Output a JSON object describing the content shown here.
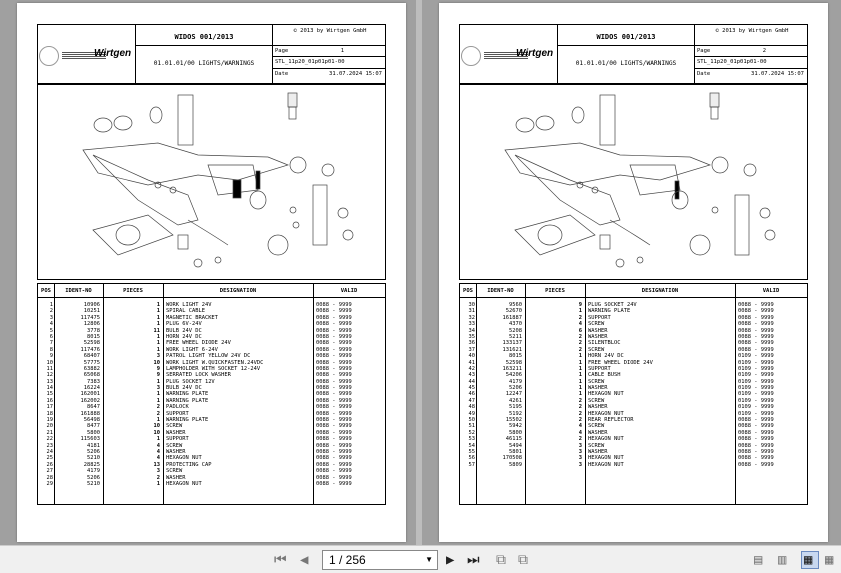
{
  "pages": [
    {
      "title": "WIDOS 001/2013",
      "copyright": "© 2013 by Wirtgen GmbH",
      "logo": "Wirtgen",
      "group": "01.01.01/00 LIGHTS/WARNINGS",
      "page_label": "Page",
      "page_value": "1",
      "code": "STL_11p20_01p01p01-00",
      "date_label": "Date",
      "date_value": "31.07.2024  15:07",
      "rows": [
        [
          "1",
          "10906",
          "1",
          "WORK LIGHT 24V",
          "0088 - 9999"
        ],
        [
          "2",
          "10251",
          "1",
          "SPIRAL CABLE",
          "0088 - 9999"
        ],
        [
          "3",
          "117475",
          "1",
          "MAGNETIC BRACKET",
          "0088 - 9999"
        ],
        [
          "4",
          "12806",
          "1",
          "PLUG 6V-24V",
          "0088 - 9999"
        ],
        [
          "5",
          "3778",
          "11",
          "BULB 24V DC",
          "0088 - 9999"
        ],
        [
          "6",
          "8015",
          "1",
          "HORN 24V DC",
          "0088 - 9999"
        ],
        [
          "7",
          "52598",
          "1",
          "FREE WHEEL DIODE 24V",
          "0088 - 9999"
        ],
        [
          "8",
          "117476",
          "1",
          "WORK LIGHT 6-24V",
          "0088 - 9999"
        ],
        [
          "9",
          "68407",
          "3",
          "PATROL LIGHT YELLOW 24V DC",
          "0088 - 9999"
        ],
        [
          "10",
          "57775",
          "10",
          "WORK LIGHT W.QUICKFASTEN.24VDC",
          "0088 - 9999"
        ],
        [
          "11",
          "63882",
          "9",
          "LAMPHOLDER WITH SOCKET 12-24V",
          "0088 - 9999"
        ],
        [
          "12",
          "65068",
          "9",
          "SERRATED LOCK WASHER",
          "0088 - 9999"
        ],
        [
          "13",
          "7383",
          "1",
          "PLUG SOCKET 12V",
          "0088 - 9999"
        ],
        [
          "14",
          "16224",
          "3",
          "BULB 24V DC",
          "0088 - 9999"
        ],
        [
          "15",
          "162001",
          "1",
          "WARNING PLATE",
          "0088 - 9999"
        ],
        [
          "16",
          "162002",
          "1",
          "WARNING PLATE",
          "0088 - 9999"
        ],
        [
          "17",
          "8647",
          "2",
          "PADLOCK",
          "0088 - 9999"
        ],
        [
          "18",
          "161888",
          "2",
          "SUPPORT",
          "0088 - 9999"
        ],
        [
          "19",
          "56498",
          "1",
          "WARNING PLATE",
          "0088 - 9999"
        ],
        [
          "20",
          "8477",
          "10",
          "SCREW",
          "0088 - 9999"
        ],
        [
          "21",
          "5800",
          "10",
          "WASHER",
          "0088 - 9999"
        ],
        [
          "22",
          "115603",
          "1",
          "SUPPORT",
          "0088 - 9999"
        ],
        [
          "23",
          "4181",
          "4",
          "SCREW",
          "0088 - 9999"
        ],
        [
          "24",
          "5206",
          "4",
          "WASHER",
          "0088 - 9999"
        ],
        [
          "25",
          "5210",
          "4",
          "HEXAGON NUT",
          "0088 - 9999"
        ],
        [
          "26",
          "28825",
          "13",
          "PROTECTING CAP",
          "0088 - 9999"
        ],
        [
          "27",
          "4179",
          "3",
          "SCREW",
          "0088 - 9999"
        ],
        [
          "28",
          "5206",
          "2",
          "WASHER",
          "0088 - 9999"
        ],
        [
          "29",
          "5210",
          "1",
          "HEXAGON NUT",
          "0088 - 9999"
        ]
      ]
    },
    {
      "title": "WIDOS 001/2013",
      "copyright": "© 2013 by Wirtgen GmbH",
      "logo": "Wirtgen",
      "group": "01.01.01/00 LIGHTS/WARNINGS",
      "page_label": "Page",
      "page_value": "2",
      "code": "STL_11p20_01p01p01-00",
      "date_label": "Date",
      "date_value": "31.07.2024  15:07",
      "rows": [
        [
          "30",
          "9560",
          "9",
          "PLUG SOCKET 24V",
          "0088 - 9999"
        ],
        [
          "31",
          "52670",
          "1",
          "WARNING PLATE",
          "0088 - 9999"
        ],
        [
          "32",
          "161887",
          "2",
          "SUPPORT",
          "0088 - 9999"
        ],
        [
          "33",
          "4370",
          "4",
          "SCREW",
          "0088 - 9999"
        ],
        [
          "34",
          "5208",
          "6",
          "WASHER",
          "0088 - 9999"
        ],
        [
          "35",
          "5211",
          "2",
          "WASHER",
          "0088 - 9999"
        ],
        [
          "36",
          "133137",
          "2",
          "SILENTBLOC",
          "0088 - 9999"
        ],
        [
          "37",
          "131621",
          "2",
          "SCREW",
          "0088 - 9999"
        ],
        [
          "40",
          "8015",
          "1",
          "HORN 24V DC",
          "0109 - 9999"
        ],
        [
          "41",
          "52598",
          "1",
          "FREE WHEEL DIODE 24V",
          "0109 - 9999"
        ],
        [
          "42",
          "163211",
          "1",
          "SUPPORT",
          "0109 - 9999"
        ],
        [
          "43",
          "54206",
          "1",
          "CABLE BUSH",
          "0109 - 9999"
        ],
        [
          "44",
          "4179",
          "1",
          "SCREW",
          "0109 - 9999"
        ],
        [
          "45",
          "5206",
          "1",
          "WASHER",
          "0109 - 9999"
        ],
        [
          "46",
          "12247",
          "1",
          "HEXAGON NUT",
          "0109 - 9999"
        ],
        [
          "47",
          "4261",
          "2",
          "SCREW",
          "0109 - 9999"
        ],
        [
          "48",
          "5195",
          "2",
          "WASHER",
          "0109 - 9999"
        ],
        [
          "49",
          "5192",
          "2",
          "HEXAGON NUT",
          "0109 - 9999"
        ],
        [
          "50",
          "15502",
          "2",
          "REAR REFLECTOR",
          "0088 - 9999"
        ],
        [
          "51",
          "5942",
          "4",
          "SCREW",
          "0088 - 9999"
        ],
        [
          "52",
          "5800",
          "4",
          "WASHER",
          "0088 - 9999"
        ],
        [
          "53",
          "46115",
          "2",
          "HEXAGON NUT",
          "0088 - 9999"
        ],
        [
          "54",
          "5494",
          "3",
          "SCREW",
          "0088 - 9999"
        ],
        [
          "55",
          "5801",
          "3",
          "WASHER",
          "0088 - 9999"
        ],
        [
          "56",
          "170508",
          "3",
          "HEXAGON NUT",
          "0088 - 9999"
        ],
        [
          "57",
          "5809",
          "3",
          "HEXAGON NUT",
          "0088 - 9999"
        ]
      ]
    }
  ],
  "table_headers": {
    "pos": "POS",
    "ident": "IDENT-NO",
    "pieces": "PIECES",
    "designation": "DESIGNATION",
    "valid": "VALID"
  },
  "toolbar": {
    "page_indicator": "1 / 256",
    "icons": [
      "first-page-icon",
      "prev-page-icon",
      "next-page-icon",
      "last-page-icon",
      "rotate-icon",
      "fit-icon",
      "single-page-icon",
      "continuous-icon",
      "two-page-icon",
      "two-page-continuous-icon"
    ]
  }
}
